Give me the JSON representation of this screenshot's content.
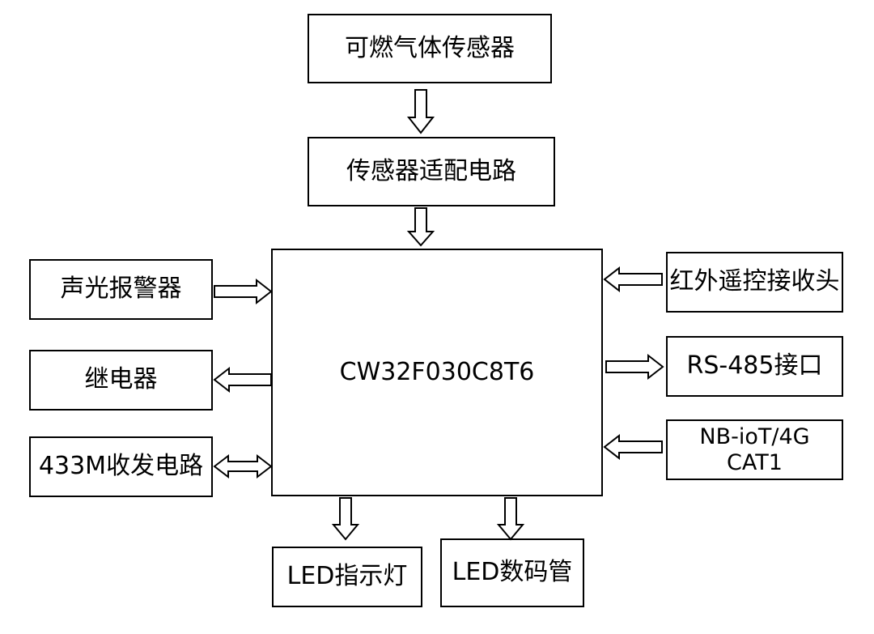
{
  "diagram": {
    "mcu": {
      "label": "CW32F030C8T6"
    },
    "sensor": {
      "label": "可燃气体传感器"
    },
    "adapter": {
      "label": "传感器适配电路"
    },
    "alarm": {
      "label": "声光报警器"
    },
    "relay": {
      "label": "继电器"
    },
    "rf433": {
      "label": "433M收发电路"
    },
    "ir": {
      "label": "红外遥控接收头"
    },
    "rs485": {
      "label": "RS-485接口"
    },
    "nbiot": {
      "line1": "NB-ioT/4G",
      "line2": "CAT1"
    },
    "led_indicator": {
      "label": "LED指示灯"
    },
    "led_display": {
      "label": "LED数码管"
    }
  },
  "connections": [
    {
      "from": "sensor",
      "to": "adapter"
    },
    {
      "from": "adapter",
      "to": "mcu"
    },
    {
      "from": "alarm",
      "to": "mcu"
    },
    {
      "from": "mcu",
      "to": "relay"
    },
    {
      "from": "rf433",
      "to": "mcu",
      "bidirectional": true
    },
    {
      "from": "ir",
      "to": "mcu"
    },
    {
      "from": "mcu",
      "to": "rs485"
    },
    {
      "from": "nbiot",
      "to": "mcu"
    },
    {
      "from": "mcu",
      "to": "led_indicator"
    },
    {
      "from": "mcu",
      "to": "led_display"
    }
  ]
}
